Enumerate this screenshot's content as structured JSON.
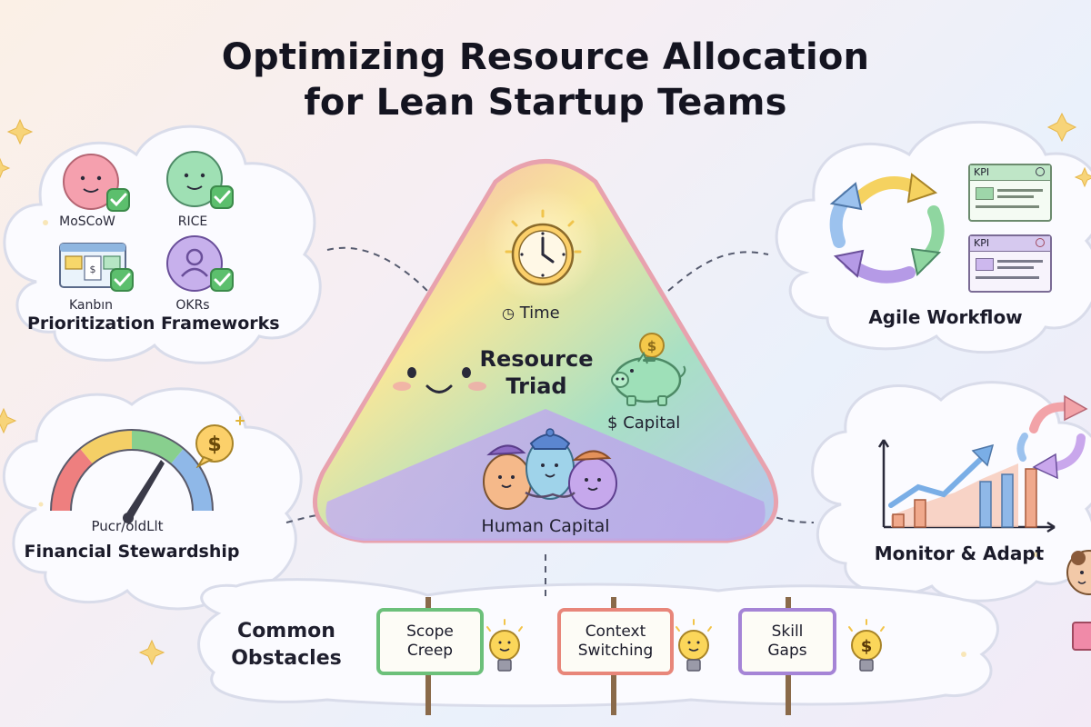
{
  "title": {
    "line1": "Optimizing Resource Allocation",
    "line2": "for Lean Startup Teams"
  },
  "center": {
    "label_line1": "Resource",
    "label_line2": "Triad",
    "time": "Time",
    "capital": "Capital",
    "capital_symbol": "$",
    "human_capital": "Human Capital"
  },
  "prioritization": {
    "heading": "Prioritization Frameworks",
    "items": [
      {
        "label": "MoSCoW",
        "icon": "smiley-face-icon"
      },
      {
        "label": "RICE",
        "icon": "smiley-face-icon"
      },
      {
        "label": "Kanbın",
        "icon": "kanban-board-icon"
      },
      {
        "label": "OKRs",
        "icon": "person-icon"
      }
    ]
  },
  "agile": {
    "heading": "Agile Workflow",
    "kpi_cards": [
      "KPI",
      "KPI"
    ]
  },
  "financial": {
    "heading": "Financial Stewardship",
    "gauge_caption": "Pucr/oldLlt",
    "coin_symbol": "$"
  },
  "monitor": {
    "heading": "Monitor & Adapt"
  },
  "obstacles": {
    "heading_line1": "Common",
    "heading_line2": "Obstacles",
    "signs": [
      {
        "line1": "Scope",
        "line2": "Creep",
        "color": "#6cc07a"
      },
      {
        "line1": "Context",
        "line2": "Switching",
        "color": "#e8867a"
      },
      {
        "line1": "Skill",
        "line2": "Gaps",
        "color": "#a584d6"
      }
    ]
  },
  "colors": {
    "green": "#6cc07a",
    "pink": "#f29aa8",
    "purple": "#a584d6",
    "yellow": "#f6c94a",
    "blue": "#7fb3e6"
  }
}
